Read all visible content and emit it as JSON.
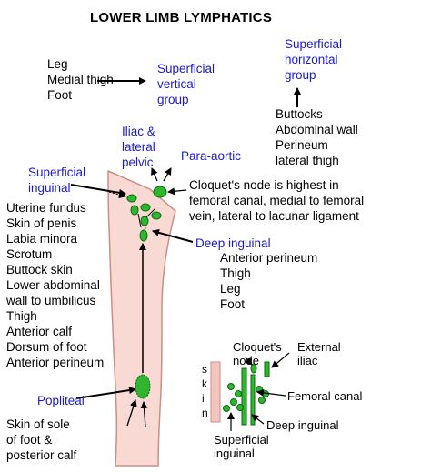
{
  "title": "LOWER LIMB LYMPHATICS",
  "top_left_list": [
    "Leg",
    "Medial thigh",
    "Foot"
  ],
  "superficial_vertical": [
    "Superficial",
    "vertical",
    "group"
  ],
  "superficial_horizontal": [
    "Superficial",
    "horizontal",
    "group"
  ],
  "horizontal_sources": [
    "Buttocks",
    "Abdominal wall",
    "Perineum",
    "lateral thigh"
  ],
  "iliac_lateral_pelvic": [
    "Iliac &",
    "lateral",
    "pelvic"
  ],
  "para_aortic": "Para-aortic",
  "superficial_inguinal": [
    "Superficial",
    "inguinal"
  ],
  "cloquet_note": [
    "Cloquet's node is highest in",
    "femoral canal, medial to femoral",
    "vein, lateral to lacunar ligament"
  ],
  "superficial_inguinal_sources": [
    "Uterine fundus",
    "Skin of penis",
    "Labia minora",
    "Scrotum",
    "Buttock skin",
    "Lower abdominal",
    "wall to umbilicus",
    "Thigh",
    "Anterior calf",
    "Dorsum of foot",
    "Anterior perineum"
  ],
  "deep_inguinal": "Deep inguinal",
  "deep_inguinal_sources": [
    "Anterior perineum",
    "Thigh",
    "Leg",
    "Foot"
  ],
  "popliteal": "Popliteal",
  "popliteal_sources": [
    "Skin of sole",
    "of foot &",
    "posterior calf"
  ],
  "inset": {
    "cloquets_node": [
      "Cloquet's",
      "node"
    ],
    "external_iliac": [
      "External",
      "iliac"
    ],
    "femoral_canal": "Femoral canal",
    "deep_inguinal": "Deep inguinal",
    "superficial_inguinal": [
      "Superficial",
      "inguinal"
    ],
    "skin_letters": [
      "s",
      "k",
      "i",
      "n"
    ]
  },
  "colors": {
    "node_fill": "#2fb52f",
    "node_stroke": "#0d6a0d",
    "limb_fill": "#f9d9d3",
    "limb_stroke": "#c98f86",
    "blue_label": "#1a1ad0",
    "skin_strip": "#f3c6bd"
  }
}
